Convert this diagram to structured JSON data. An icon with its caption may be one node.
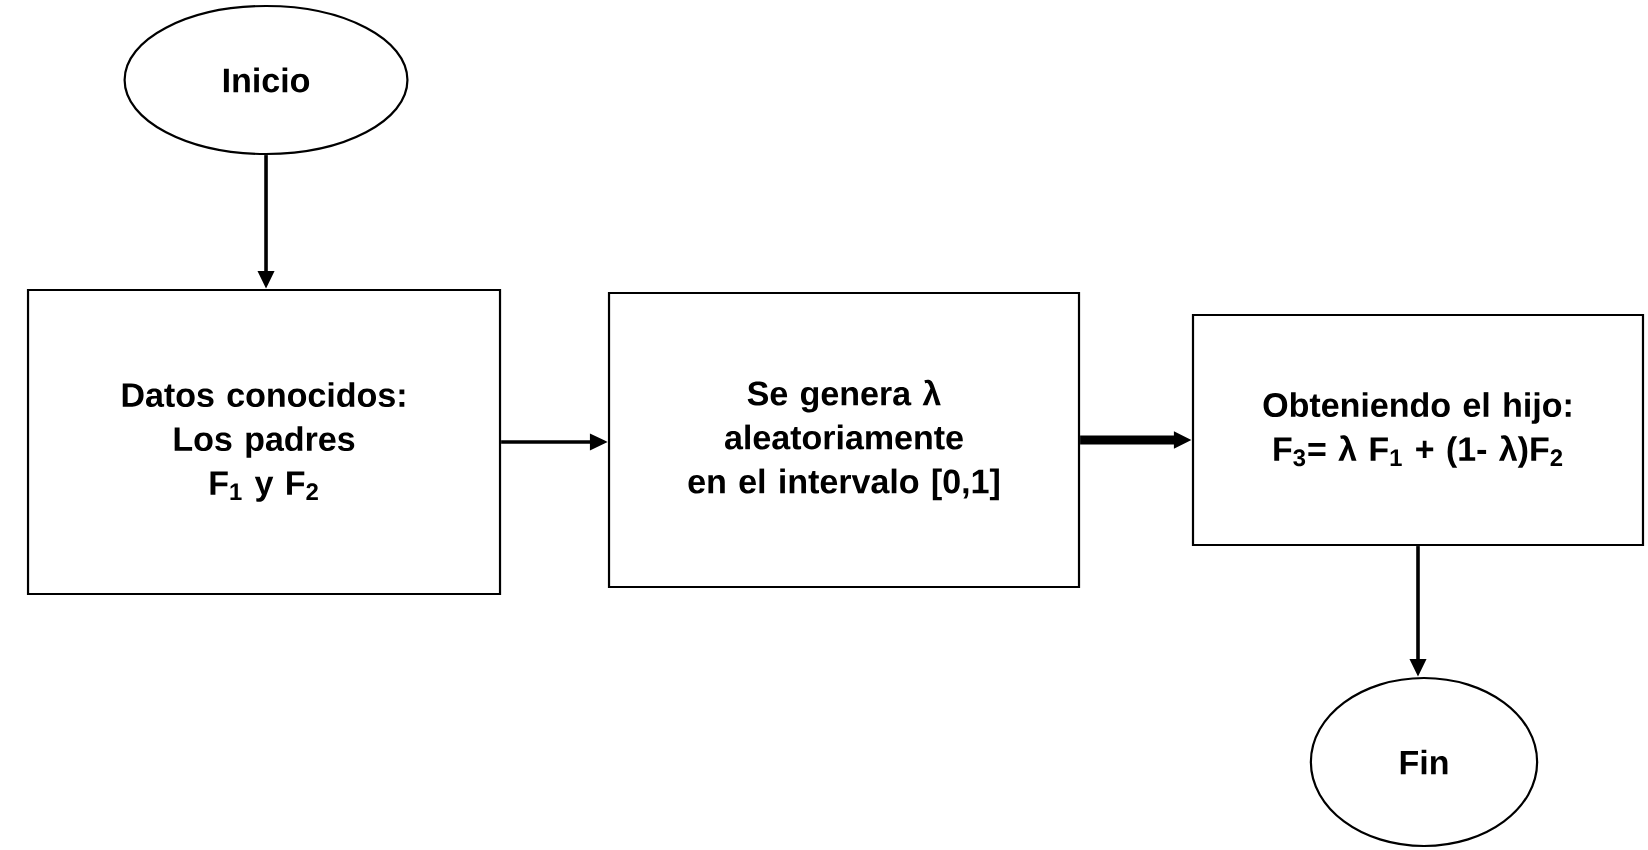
{
  "diagram": {
    "nodes": [
      {
        "text": [
          "Inicio"
        ]
      },
      {
        "text": [
          "Datos conocidos: Los padres F$_{1}$ y F$_{2}$"
        ]
      },
      {
        "text": [
          "Se genera λ aleatoriamente en el intervalo [0,1]"
        ]
      },
      {
        "text": [
          "Obteniendo el hijo: F$_{3}$= λ F$_{1}$ + (1- λ)F$_{2}$"
        ]
      },
      {
        "text": [
          "Fin"
        ]
      }
    ],
    "edges": [
      {
        "from": 0,
        "to": 1,
        "arrow": "to"
      },
      {
        "from": 1,
        "to": 2,
        "arrow": "to"
      },
      {
        "from": 2,
        "to": 3,
        "arrow": "to",
        "style": "thick"
      },
      {
        "from": 3,
        "to": 4,
        "arrow": "to"
      }
    ]
  }
}
